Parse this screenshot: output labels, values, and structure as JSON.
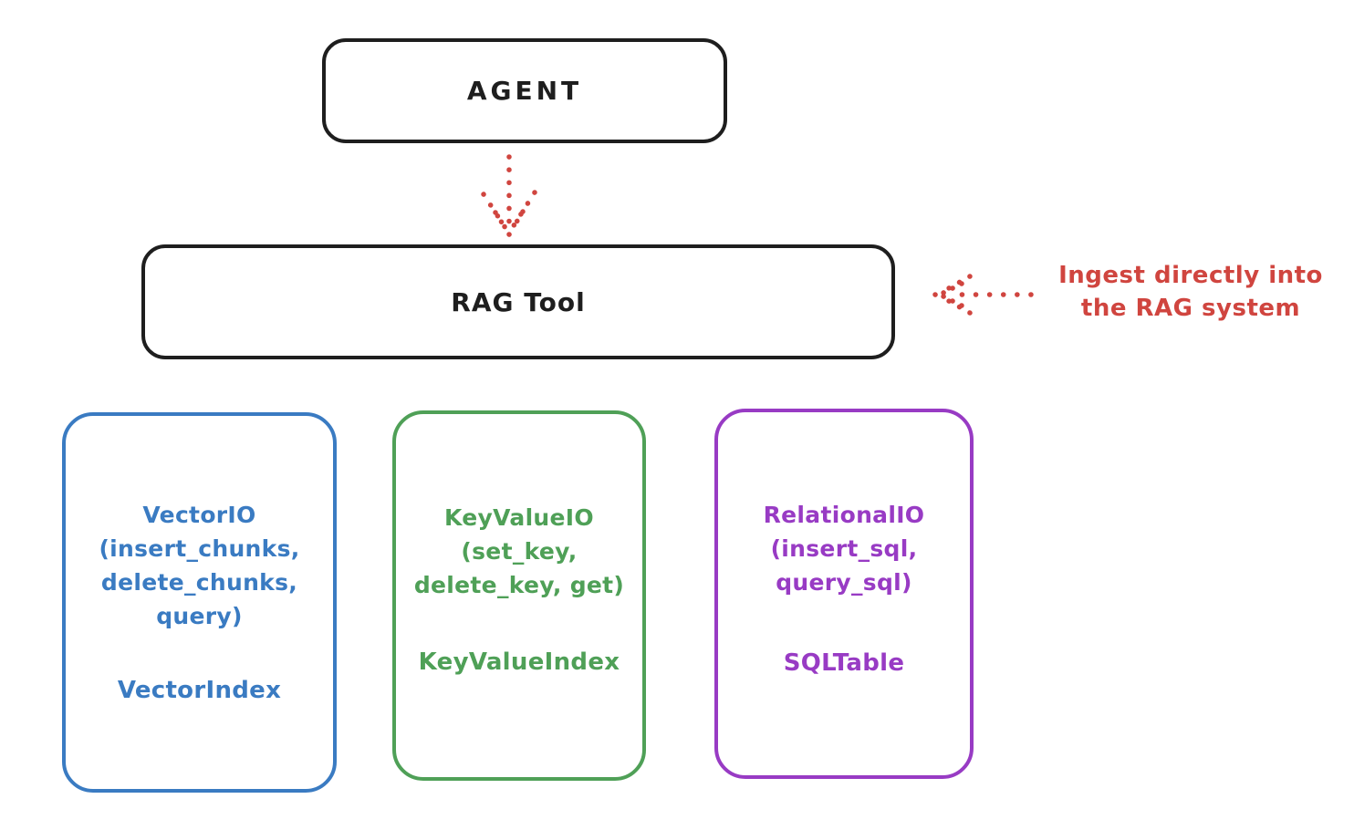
{
  "diagram": {
    "agent": {
      "label": "AGENT"
    },
    "rag_tool": {
      "label": "RAG Tool"
    },
    "annotation": {
      "line1": "Ingest directly into",
      "line2": "the RAG system"
    },
    "backends": [
      {
        "id": "vector-io",
        "lines": [
          "VectorIO",
          "(insert_chunks,",
          "delete_chunks,",
          "query)"
        ],
        "index_label": "VectorIndex"
      },
      {
        "id": "keyvalue-io",
        "lines": [
          "KeyValueIO",
          "(set_key,",
          "delete_key, get)"
        ],
        "index_label": "KeyValueIndex"
      },
      {
        "id": "relational-io",
        "lines": [
          "RelationalIO",
          "(insert_sql,",
          "query_sql)"
        ],
        "index_label": "SQLTable"
      }
    ],
    "icons": {
      "down_arrow": "dotted-down-arrow",
      "left_arrow": "dotted-left-arrow"
    },
    "colors": {
      "outline_black": "#1e1e1e",
      "annotation_red": "#d0453f",
      "vector_blue": "#3a7bc2",
      "keyvalue_green": "#4fa057",
      "relational_purple": "#983bc4",
      "background": "#ffffff"
    }
  }
}
